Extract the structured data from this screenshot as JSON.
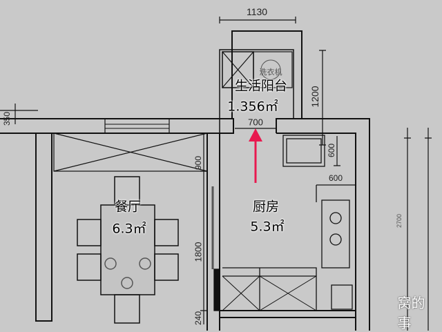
{
  "rooms": {
    "balcony": {
      "name": "生活阳台",
      "area": "1.356㎡"
    },
    "dining": {
      "name": "餐厅",
      "area": "6.3㎡"
    },
    "kitchen": {
      "name": "厨房",
      "area": "5.3㎡"
    }
  },
  "dimensions": {
    "balcony_width": "1130",
    "balcony_depth": "1200",
    "door_width": "700",
    "sink_depth": "600",
    "counter_width": "600",
    "wall_segment_1": "900",
    "wall_segment_2": "1800",
    "wall_segment_3": "240",
    "left_small": "350",
    "right_total": "2700"
  },
  "fixtures": {
    "washer": "洗衣机"
  },
  "watermark": "窝的事",
  "colors": {
    "background": "#c9c9c9",
    "arrow": "#e8194f",
    "wall": "#111111"
  }
}
